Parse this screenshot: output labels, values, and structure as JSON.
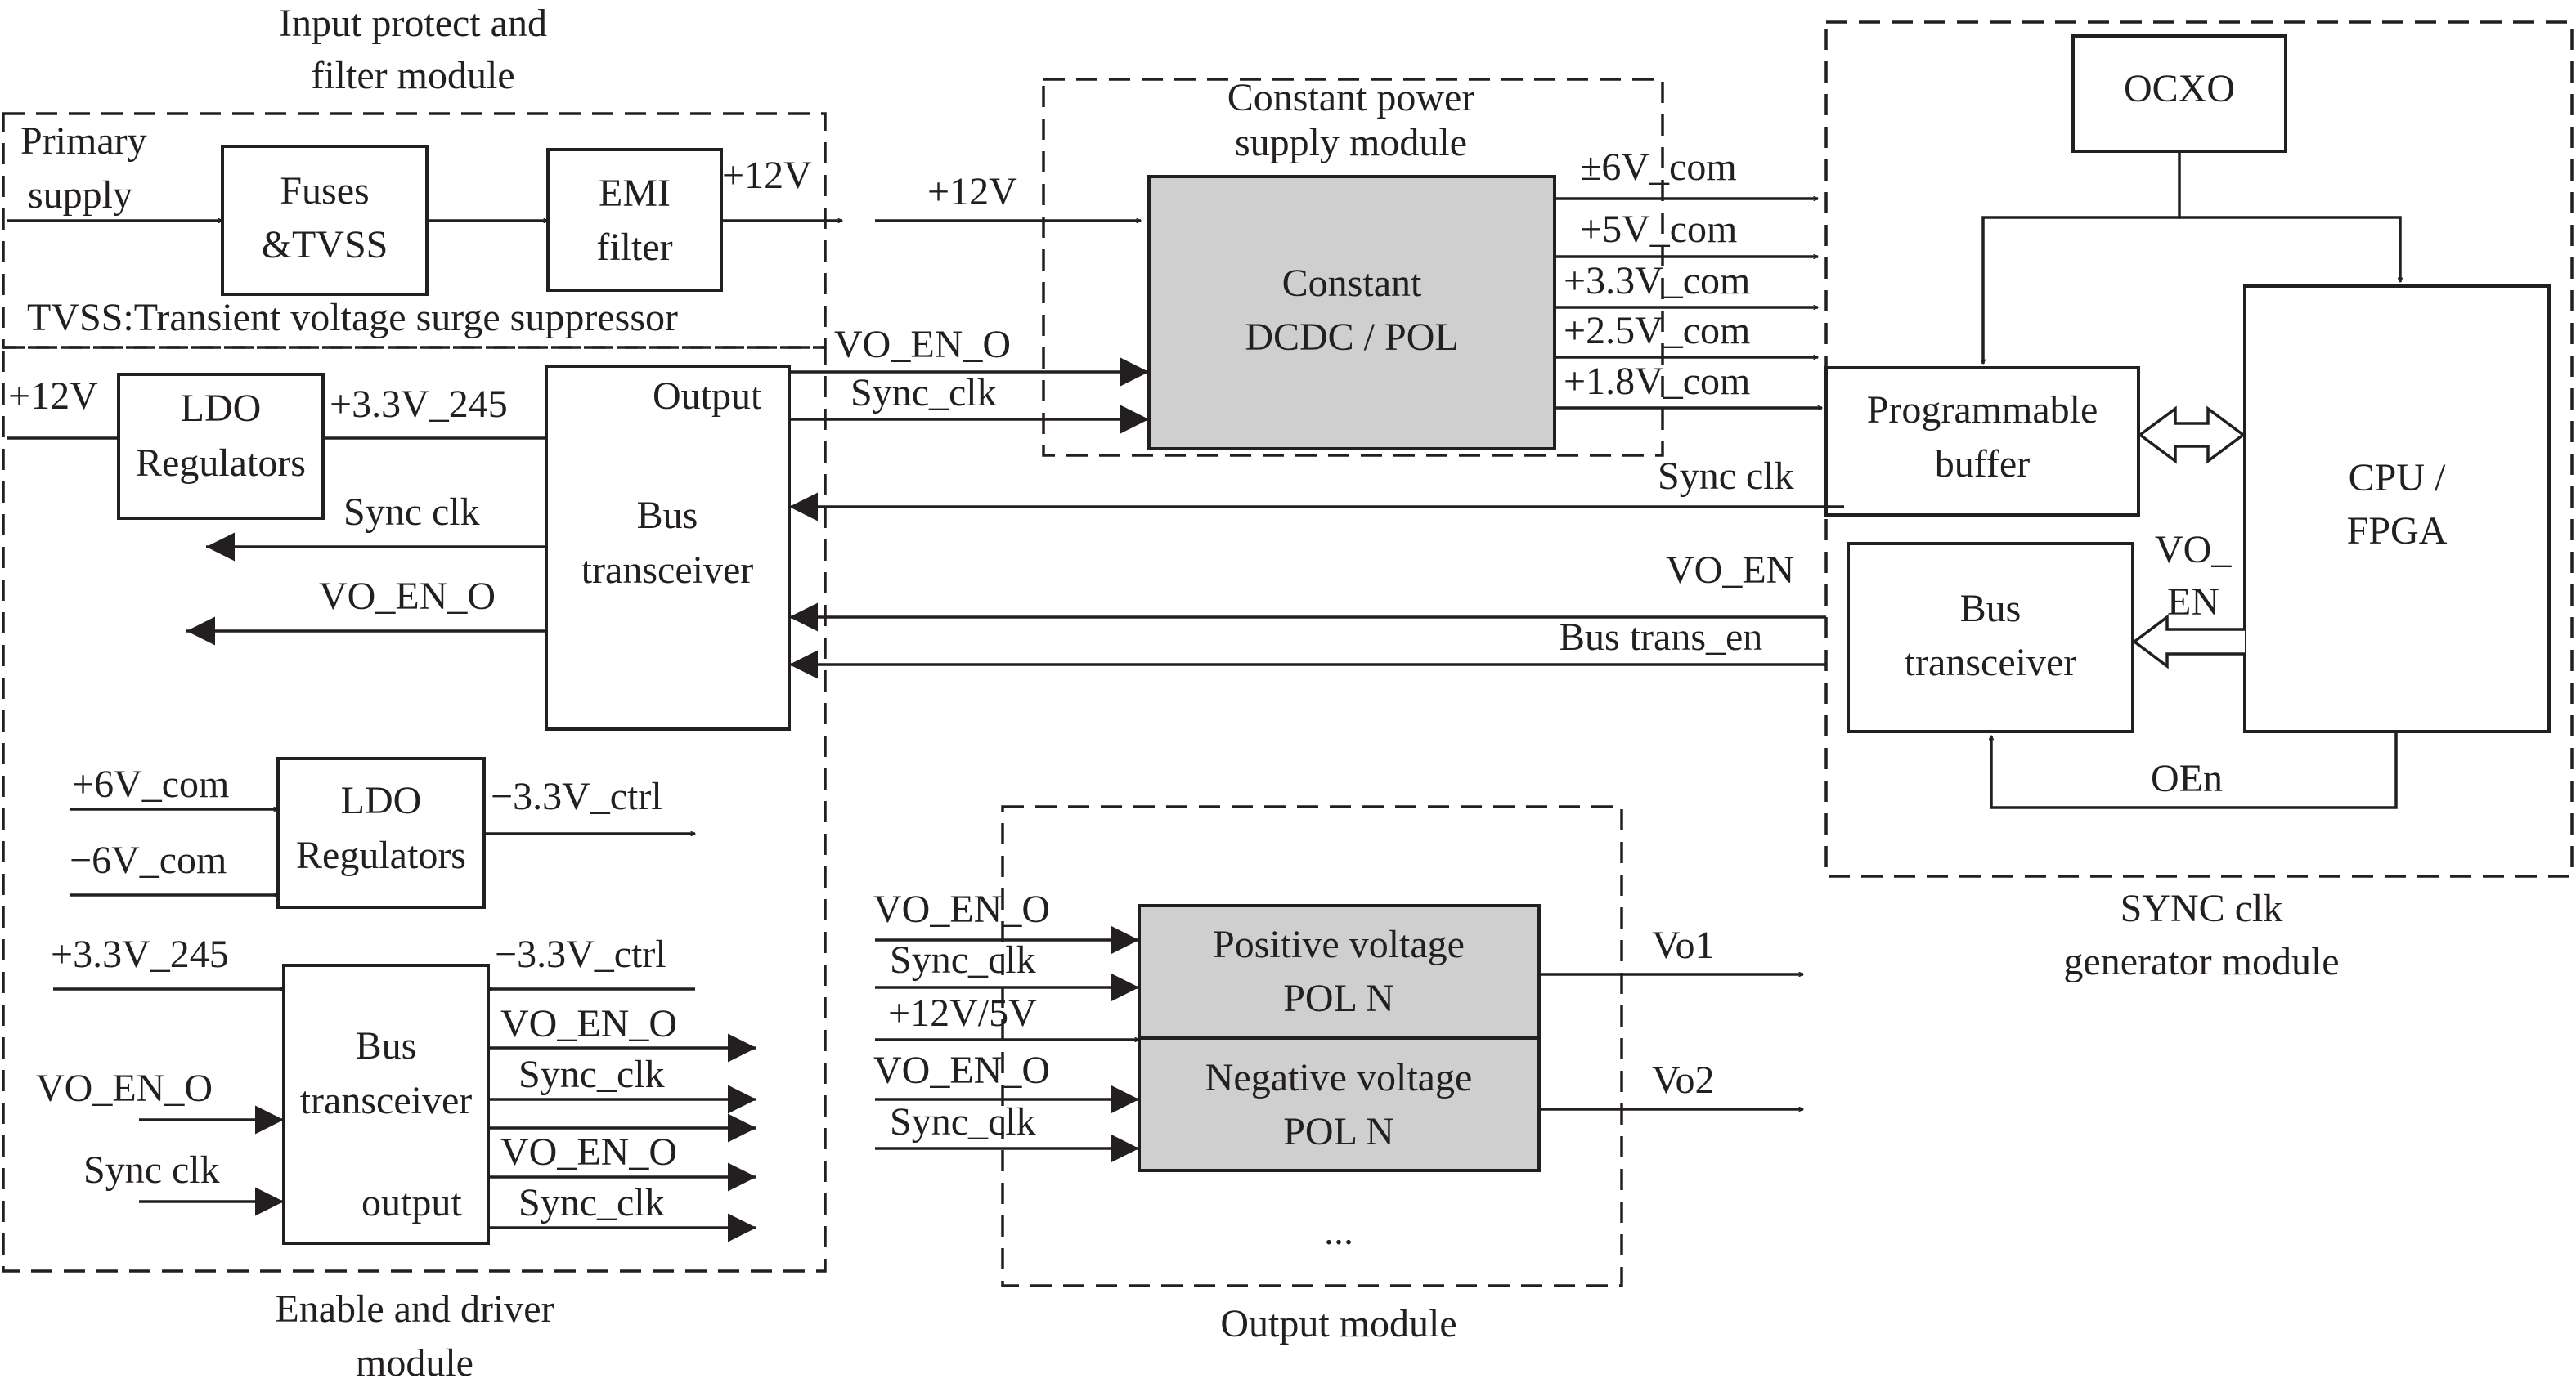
{
  "colors": {
    "line": "#231f20",
    "shaded_block": "#cfcfcf",
    "background": "#ffffff"
  },
  "modules": {
    "input_protect": "Input protect and filter module",
    "constant_power": "Constant power supply module",
    "sync_clk_generator": "SYNC clk generator module",
    "enable_driver": "Enable and driver module",
    "output": "Output module"
  },
  "blocks": {
    "fuses": "Fuses &TVSS",
    "emi": "EMI filter",
    "dcdc": "Constant DCDC / POL",
    "ocxo": "OCXO",
    "cpu_fpga": "CPU / FPGA",
    "prog_buffer": "Programmable buffer",
    "bus_trans_sync": "Bus transceiver",
    "ldo1": "LDO Regulators",
    "bus_trans1": "Bus transceiver",
    "ldo2": "LDO Regulators",
    "bus_trans2": "Bus transceiver",
    "pos_pol": "Positive voltage POL N",
    "neg_pol": "Negative voltage POL N"
  },
  "labels": {
    "primary_supply": "Primary supply",
    "tvss_note": "TVSS:Transient voltage surge suppressor",
    "p12v_emi": "+12V",
    "p12v_dcdc": "+12V",
    "rail_6v": "±6V_com",
    "rail_5v": "+5V_com",
    "rail_3v3": "+3.3V_com",
    "rail_2v5": "+2.5V_com",
    "rail_1v8": "+1.8V_com",
    "vo_en_o_dcdc": "VO_EN_O",
    "sync_clk_dcdc": "Sync_clk",
    "output_bt1": "Output",
    "p12v_ldo": "+12V",
    "p3v3_245": "+3.3V_245",
    "sync_clk_out1": "Sync clk",
    "vo_en_o_out1": "VO_EN_O",
    "sync_clk_sync": "Sync clk",
    "vo_en_sync": "VO_EN",
    "bus_trans_en": "Bus trans_en",
    "vo_en_cpu_1": "VO_",
    "vo_en_cpu_2": "EN",
    "oen": "OEn",
    "p6v_com": "+6V_com",
    "m6v_com": "−6V_com",
    "m3v3_ctrl": "−3.3V_ctrl",
    "p3v3_245_b": "+3.3V_245",
    "m3v3_ctrl_b": "−3.3V_ctrl",
    "vo_en_o_in": "VO_EN_O",
    "sync_clk_in": "Sync clk",
    "output_bt2": "output",
    "vo_en_o_o1": "VO_EN_O",
    "sync_clk_o1": "Sync_clk",
    "vo_en_o_o2": "VO_EN_O",
    "sync_clk_o2": "Sync_clk",
    "vo_en_o_pos": "VO_EN_O",
    "sync_clk_pos": "Sync_clk",
    "p12v_5v": "+12V/5V",
    "vo_en_o_neg": "VO_EN_O",
    "sync_clk_neg": "Sync_clk",
    "vo1": "Vo1",
    "vo2": "Vo2",
    "ellipsis": "..."
  }
}
